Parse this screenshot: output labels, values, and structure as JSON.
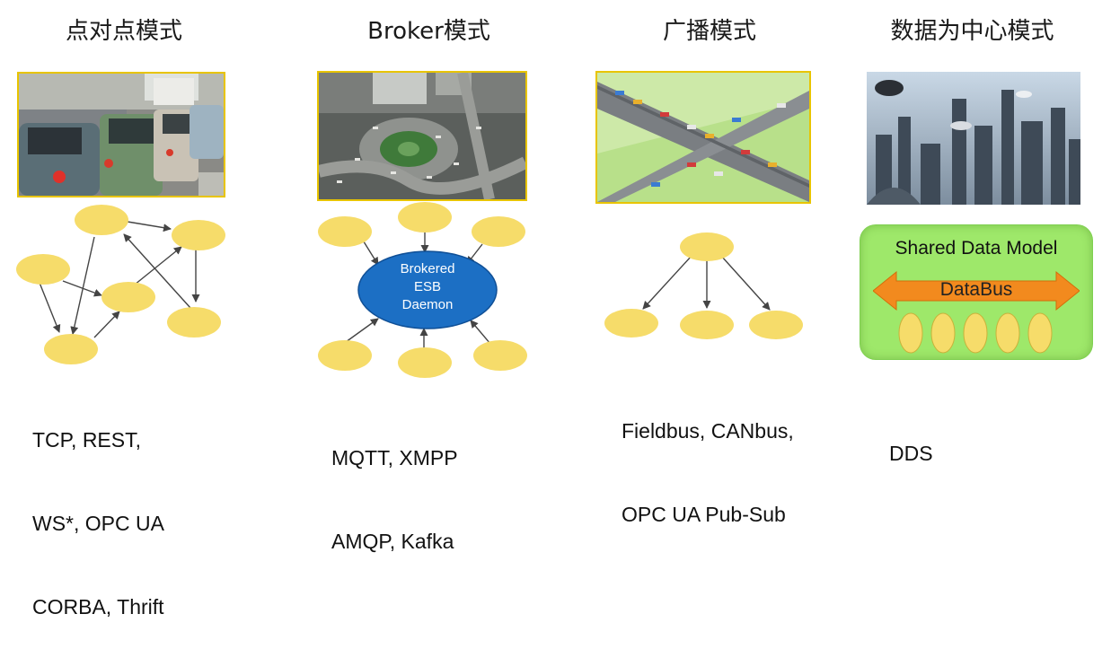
{
  "columns": [
    {
      "title": "点对点模式",
      "protocols": [
        "TCP, REST,",
        "WS*, OPC UA",
        "CORBA, Thrift"
      ]
    },
    {
      "title": "Broker模式",
      "center_label": [
        "Brokered",
        "ESB",
        "Daemon"
      ],
      "protocols": [
        "MQTT, XMPP",
        "AMQP, Kafka"
      ]
    },
    {
      "title": "广播模式",
      "protocols": [
        "Fieldbus, CANbus,",
        "OPC UA Pub-Sub"
      ]
    },
    {
      "title": "数据为中心模式",
      "box_title": "Shared Data Model",
      "bus_label": "DataBus",
      "protocols": [
        "DDS"
      ]
    }
  ],
  "colors": {
    "node": "#f6dc6a",
    "broker": "#1c6fc4",
    "dds_box": "#9ee86a",
    "databus_arrow": "#f28a1e",
    "photo_border": "#e8c400"
  }
}
